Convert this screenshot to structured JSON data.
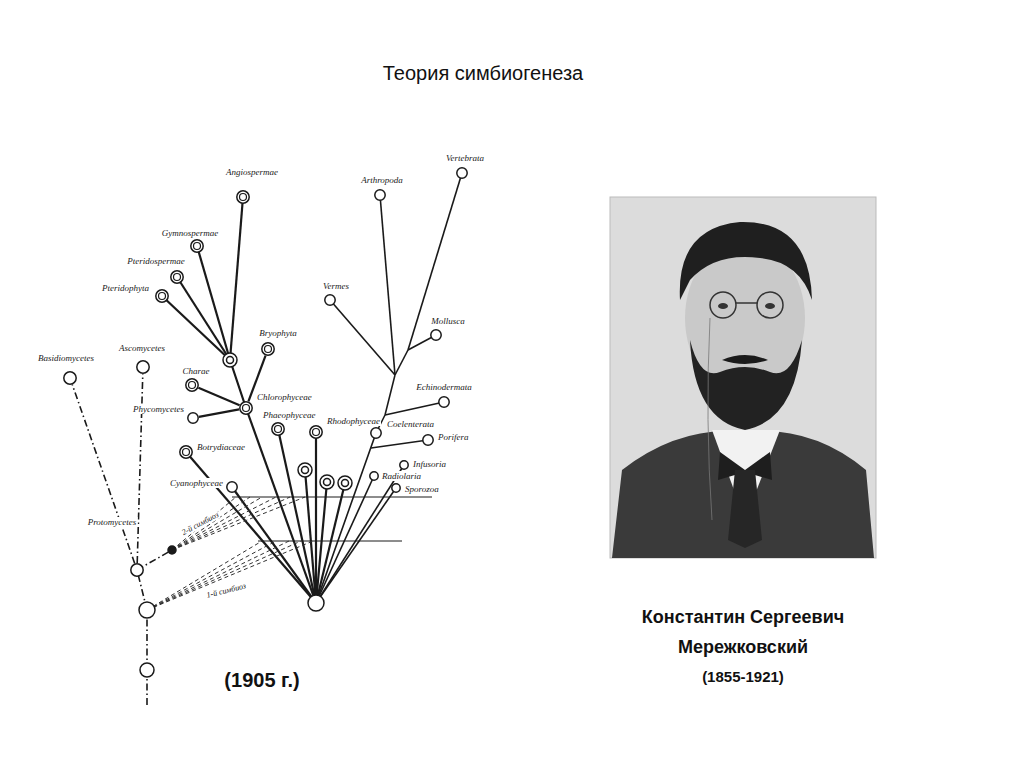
{
  "diagram": {
    "title": "Теория симбиогенеза",
    "nodes": [
      {
        "text": [
          "Vertebrata"
        ]
      },
      {
        "text": [
          "Angiospermae"
        ]
      },
      {
        "text": [
          "Arthropoda"
        ]
      },
      {
        "text": [
          "Gymnospermae"
        ]
      },
      {
        "text": [
          "Pteridospermae"
        ]
      },
      {
        "text": [
          "Pteridophyta"
        ]
      },
      {
        "text": [
          "Vermes"
        ]
      },
      {
        "text": [
          "Mollusca"
        ]
      },
      {
        "text": [
          "Bryophyta"
        ]
      },
      {
        "text": [
          "Ascomycetes"
        ]
      },
      {
        "text": [
          "Basidiomycetes"
        ]
      },
      {
        "text": [
          "Charae"
        ]
      },
      {
        "text": [
          "Echinodermata"
        ]
      },
      {
        "text": [
          "Chlorophyceae"
        ]
      },
      {
        "text": [
          "Phaeophyceae"
        ]
      },
      {
        "text": [
          "Rhodophyceae"
        ]
      },
      {
        "text": [
          "Phycomycetes"
        ]
      },
      {
        "text": [
          "Coelenterata"
        ]
      },
      {
        "text": [
          "Porifera"
        ]
      },
      {
        "text": [
          "Botrydiaceae"
        ]
      },
      {
        "text": [
          "Infusoria"
        ]
      },
      {
        "text": [
          "Radiolaria"
        ]
      },
      {
        "text": [
          "Cyanophyceae"
        ]
      },
      {
        "text": [
          "Sporozoa"
        ]
      },
      {
        "text": [
          "Protomycetes"
        ]
      }
    ],
    "edges": [
      {
        "from": 24,
        "to": 10,
        "arrow": "none"
      },
      {
        "from": 24,
        "to": 9,
        "arrow": "none"
      },
      {
        "from": 13,
        "to": 11,
        "arrow": "none"
      },
      {
        "from": 13,
        "to": 8,
        "arrow": "none"
      },
      {
        "from": 13,
        "to": 16,
        "arrow": "none"
      }
    ],
    "labels": [
      "2-й симбиоз",
      "1-й симбиоз",
      "(1905 г.)",
      "Константин Сергеевич Мережковский",
      "(1855-1921)"
    ]
  }
}
